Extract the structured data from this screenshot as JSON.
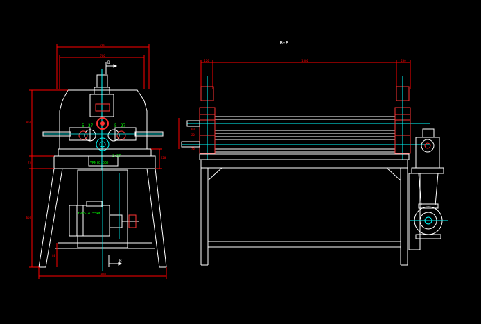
{
  "colors": {
    "background": "#000000",
    "outline": "#ffffff",
    "dimension": "#ff0000",
    "centerline": "#00ffff",
    "annotation": "#00ff00",
    "hatch": "#ff3333"
  },
  "section_title": "B-B",
  "left_view": {
    "dims": {
      "top_overall": "780",
      "top_inner": "700",
      "left_upper": "860",
      "left_mid": "75",
      "left_lower": "660",
      "bottom_overall": "1070",
      "right_small": "220",
      "mid_left_small": "80"
    },
    "section_marks": [
      "B",
      "B"
    ],
    "labels": {
      "roller_left_a": "5",
      "roller_left_b": "27",
      "roller_right_a": "5",
      "roller_right_b": "27",
      "gearbox_tag": "VRN(0.55)",
      "lower_tag": "2×27",
      "motor_tag": "Y90S-4  55kW"
    }
  },
  "right_view": {
    "dims": {
      "top_left": "120",
      "top_mid": "1880",
      "top_right": "200",
      "left_a": "20",
      "left_b": "60",
      "left_c": "70"
    }
  }
}
